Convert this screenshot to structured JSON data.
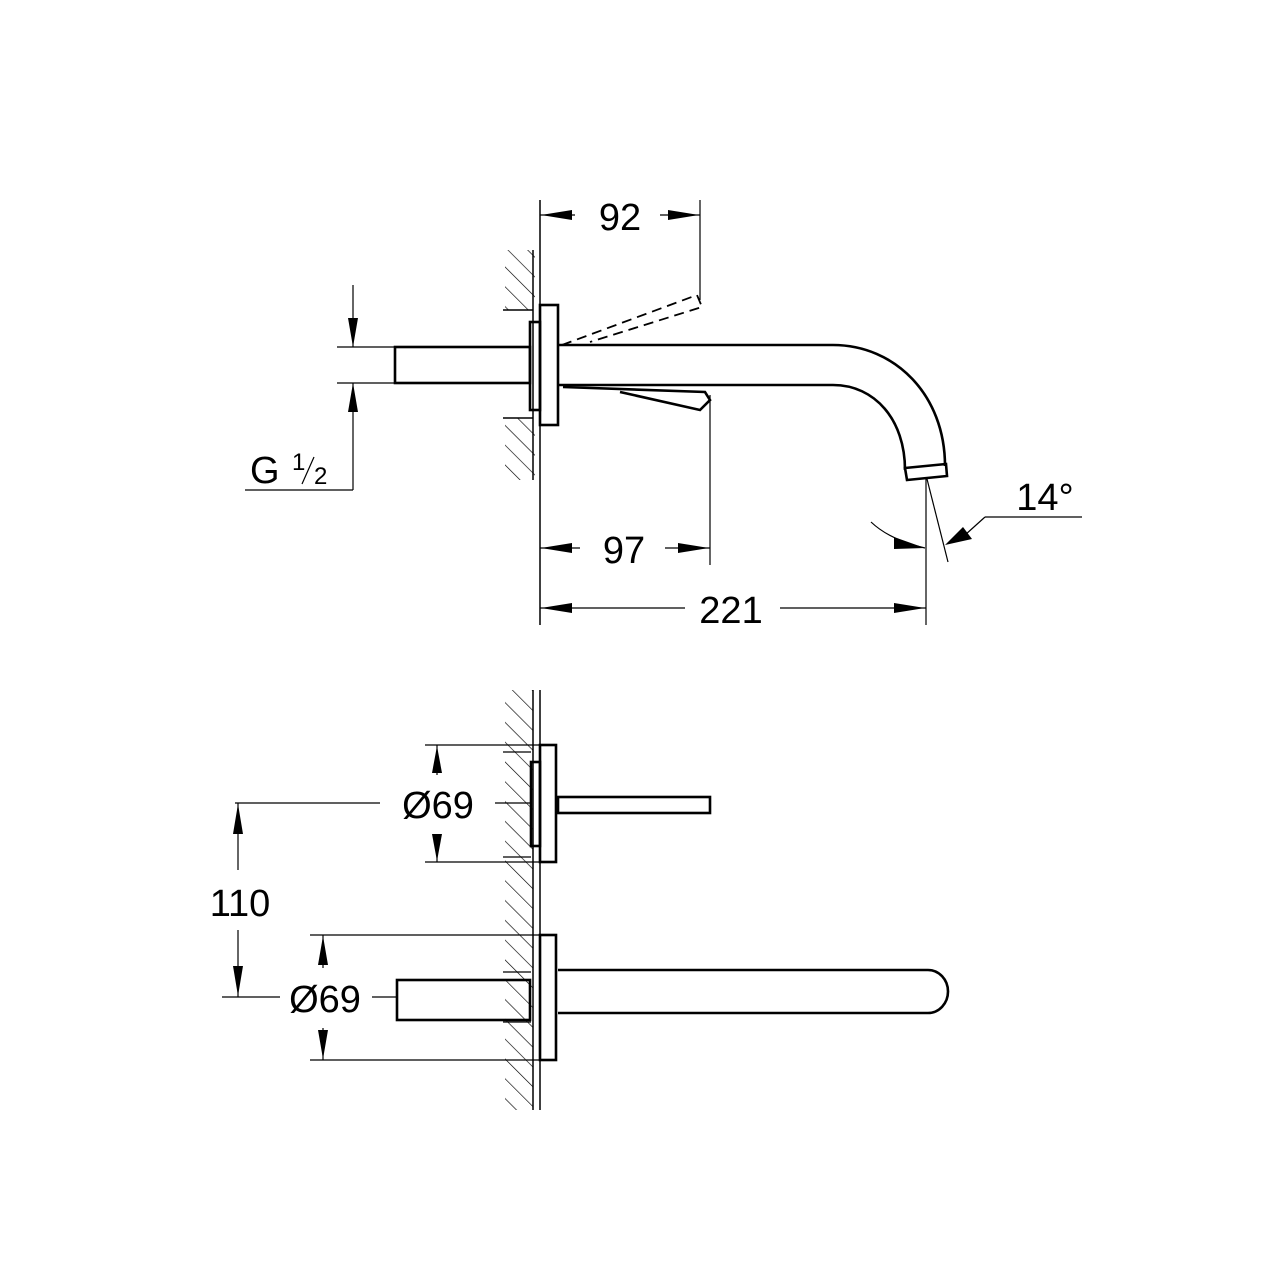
{
  "side_view": {
    "dim_lever_reach": "92",
    "dim_lever_position": "97",
    "dim_spout_projection": "221",
    "dim_outlet_angle": "14°",
    "thread_label_main": "G",
    "thread_label_num": "1",
    "thread_label_den": "2"
  },
  "top_view": {
    "dim_handle_rosette_diameter": "Ø69",
    "dim_center_distance": "110",
    "dim_spout_rosette_diameter": "Ø69"
  }
}
